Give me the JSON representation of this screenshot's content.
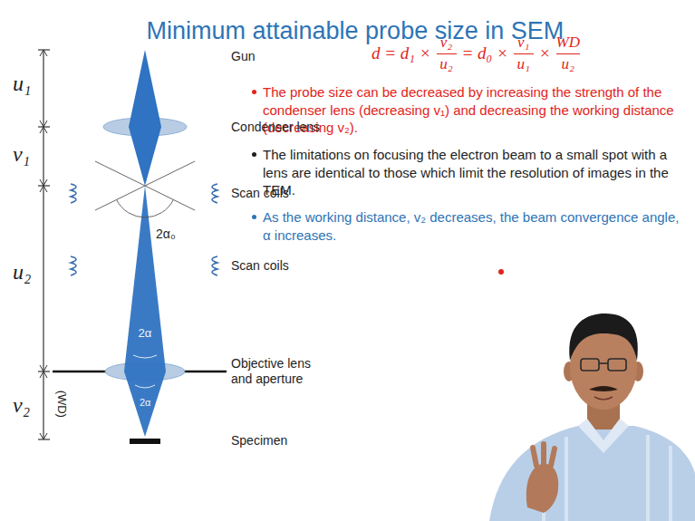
{
  "diagram": {
    "title": "Minimum attainable probe size in SEM",
    "labels": [
      "d = d₁ ×",
      "v₂",
      "u₂",
      "= d₀ ×",
      "v₁",
      "u₁",
      "×",
      "WD",
      "u₂",
      "The probe size can be decreased by increasing the strength of the condenser lens (decreasing v₁) and decreasing the working distance (decreasing v₂).",
      "The limitations on focusing the electron beam to a small spot with a lens are identical to those which limit the resolution of images in the TEM.",
      "As the working distance, v₂ decreases, the beam convergence angle, α increases.",
      "u₁",
      "v₁",
      "u₂",
      "v₂",
      "Gun",
      "Condenser lens",
      "Scan coils",
      "Scan coils",
      "2α₀",
      "2α",
      "2α",
      "Objective lens and aperture",
      "(WD)",
      "Specimen"
    ]
  }
}
